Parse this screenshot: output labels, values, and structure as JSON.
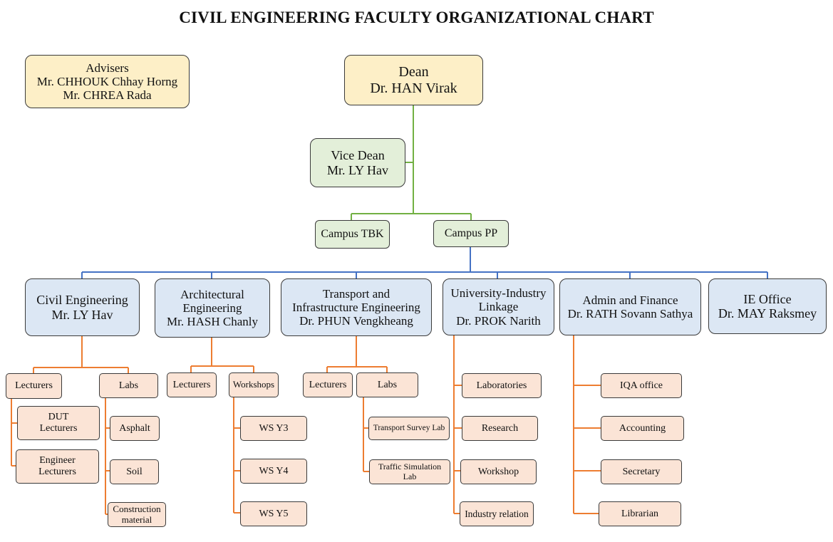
{
  "title": "CIVIL ENGINEERING FACULTY ORGANIZATIONAL CHART",
  "colors": {
    "leader_fill": "#fdefc7",
    "vice_fill": "#e3efd9",
    "dept_fill": "#dce7f4",
    "unit_fill": "#fbe4d6",
    "green_line": "#72b043",
    "blue_line": "#4472c4",
    "orange_line": "#ed7d31"
  },
  "advisers": [
    "Advisers",
    "Mr. CHHOUK Chhay Horng",
    "Mr. CHREA Rada"
  ],
  "dean": [
    "Dean",
    "Dr. HAN Virak"
  ],
  "vice_dean": [
    "Vice Dean",
    "Mr. LY Hav"
  ],
  "campus": {
    "tbk": "Campus TBK",
    "pp": "Campus PP"
  },
  "departments": {
    "civil": [
      "Civil Engineering",
      "Mr. LY Hav"
    ],
    "arch": [
      "Architectural",
      "Engineering",
      "Mr. HASH Chanly"
    ],
    "transport": [
      "Transport and",
      "Infrastructure Engineering",
      "Dr. PHUN Vengkheang"
    ],
    "uil": [
      "University-Industry",
      "Linkage",
      "Dr. PROK Narith"
    ],
    "admin": [
      "Admin and Finance",
      "Dr. RATH Sovann Sathya"
    ],
    "ie": [
      "IE Office",
      "Dr. MAY Raksmey"
    ]
  },
  "civil_units": {
    "lecturers": "Lecturers",
    "labs": "Labs",
    "dut": [
      "DUT",
      "Lecturers"
    ],
    "engineer": [
      "Engineer",
      "Lecturers"
    ],
    "asphalt": "Asphalt",
    "soil": "Soil",
    "construction": [
      "Construction",
      "material"
    ]
  },
  "arch_units": {
    "lecturers": "Lecturers",
    "workshops": "Workshops",
    "ws": [
      "WS Y3",
      "WS Y4",
      "WS Y5"
    ]
  },
  "transport_units": {
    "lecturers": "Lecturers",
    "labs": "Labs",
    "survey": "Transport Survey Lab",
    "traffic": [
      "Traffic Simulation",
      "Lab"
    ]
  },
  "uil_units": [
    "Laboratories",
    "Research",
    "Workshop",
    "Industry relation"
  ],
  "admin_units": [
    "IQA office",
    "Accounting",
    "Secretary",
    "Librarian"
  ]
}
